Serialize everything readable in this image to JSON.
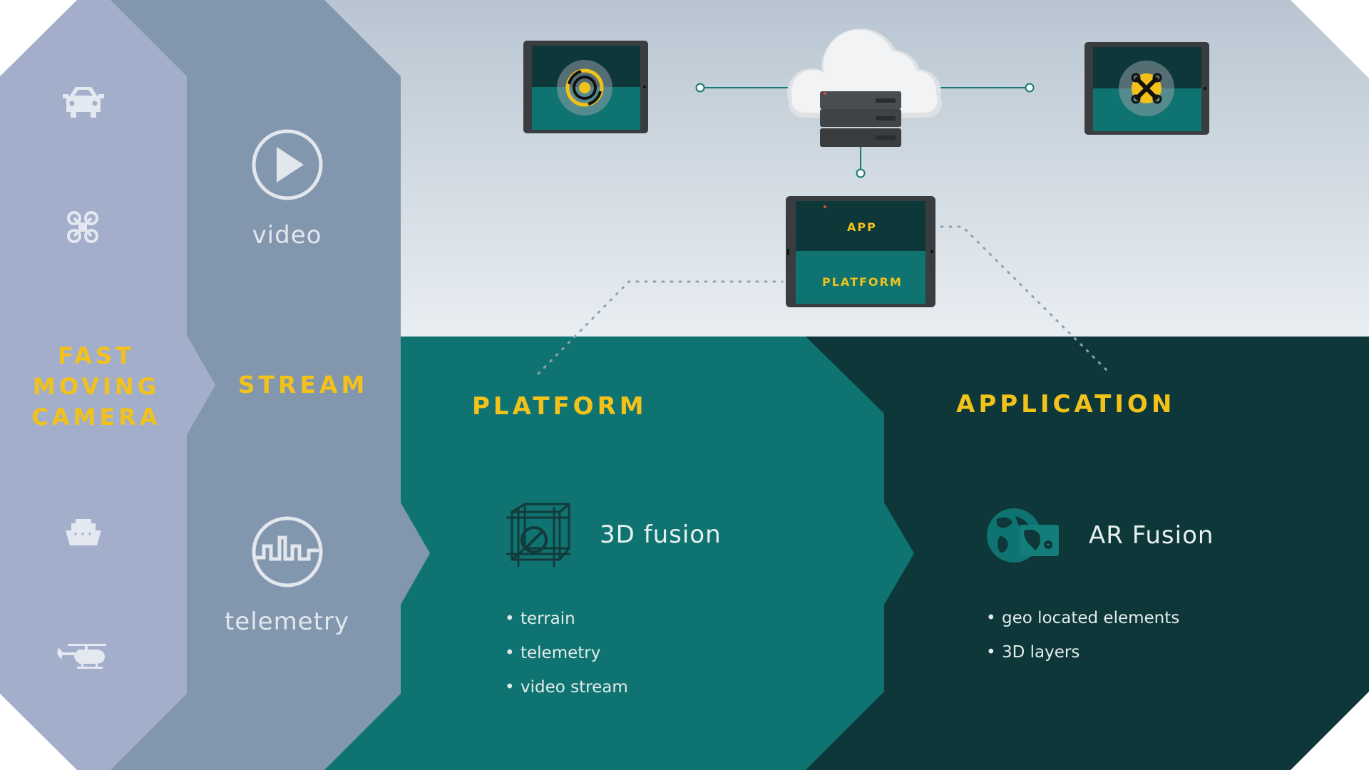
{
  "columns": {
    "camera": {
      "title": "FAST\nMOVING\nCAMERA",
      "icons": [
        "car-icon",
        "drone-icon",
        "boat-icon",
        "helicopter-icon"
      ]
    },
    "stream": {
      "title": "STREAM",
      "video_label": "video",
      "telemetry_label": "telemetry",
      "icons": [
        "play-icon",
        "telemetry-wave-icon"
      ]
    },
    "platform": {
      "title": "PLATFORM",
      "feature": "3D fusion",
      "items": [
        "terrain",
        "telemetry",
        "video stream"
      ],
      "icon": "3d-grid-icon"
    },
    "application": {
      "title": "APPLICATION",
      "feature": "AR Fusion",
      "items": [
        "geo located elements",
        "3D layers"
      ],
      "icon": "globe-map-icon"
    }
  },
  "device": {
    "app_tab": "APP",
    "platform_tab": "PLATFORM"
  },
  "cloud": {
    "icon": "cloud-server-icon"
  },
  "colors": {
    "camera": "#a3aecb",
    "stream": "#8296ae",
    "platform": "#0f7471",
    "application": "#0d3739",
    "accent": "#f2c21b"
  }
}
